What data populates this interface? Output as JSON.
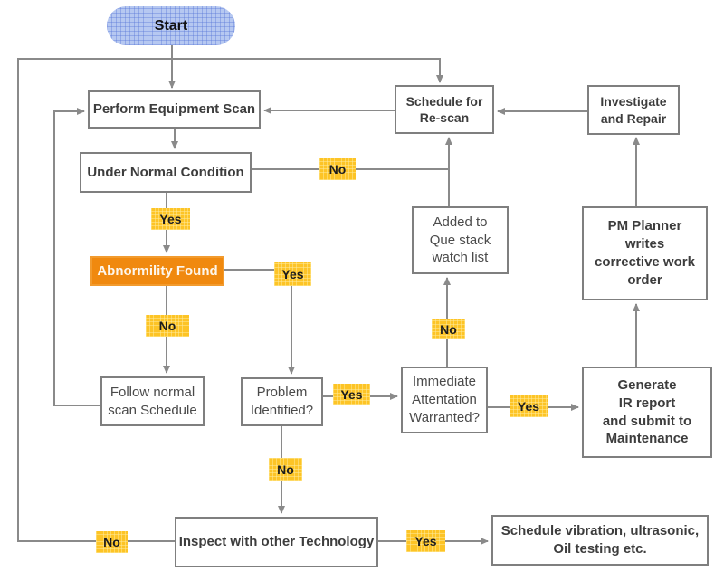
{
  "diagram": {
    "type": "flowchart",
    "colors": {
      "connector": "#8a8a8a",
      "box_border": "#7f7f7f",
      "box_text": "#3d3d3d",
      "tag_bg": "#fdc426",
      "highlight_box_bg": "#f0890f",
      "highlight_box_text": "#ffffff",
      "start_bg": "#b6c8f1"
    },
    "nodes": {
      "start": {
        "label": "Start"
      },
      "perform": {
        "label": "Perform Equipment Scan"
      },
      "under": {
        "label": "Under Normal Condition"
      },
      "abnormility": {
        "label": "Abnormility Found"
      },
      "follow": {
        "label": "Follow normal\nscan Schedule"
      },
      "problem": {
        "label": "Problem\nIdentified?"
      },
      "immediate": {
        "label": "Immediate\nAttentation\nWarranted?"
      },
      "added_que": {
        "label": "Added to\nQue stack\nwatch list"
      },
      "rescan": {
        "label": "Schedule for\nRe-scan"
      },
      "investigate": {
        "label": "Investigate\nand Repair"
      },
      "pm_planner": {
        "label": "PM Planner\nwrites\ncorrective work\norder"
      },
      "generate": {
        "label": "Generate\nIR report\nand submit to\nMaintenance"
      },
      "inspect": {
        "label": "Inspect with other Technology"
      },
      "vibration": {
        "label": "Schedule vibration, ultrasonic,\nOil testing etc."
      }
    },
    "tags": {
      "no_under": {
        "label": "No"
      },
      "yes_under": {
        "label": "Yes"
      },
      "yes_abnorm": {
        "label": "Yes"
      },
      "no_abnorm": {
        "label": "No"
      },
      "yes_problem": {
        "label": "Yes"
      },
      "no_problem": {
        "label": "No"
      },
      "no_immediate": {
        "label": "No"
      },
      "yes_immediate": {
        "label": "Yes"
      },
      "no_inspect": {
        "label": "No"
      },
      "yes_inspect": {
        "label": "Yes"
      }
    }
  }
}
